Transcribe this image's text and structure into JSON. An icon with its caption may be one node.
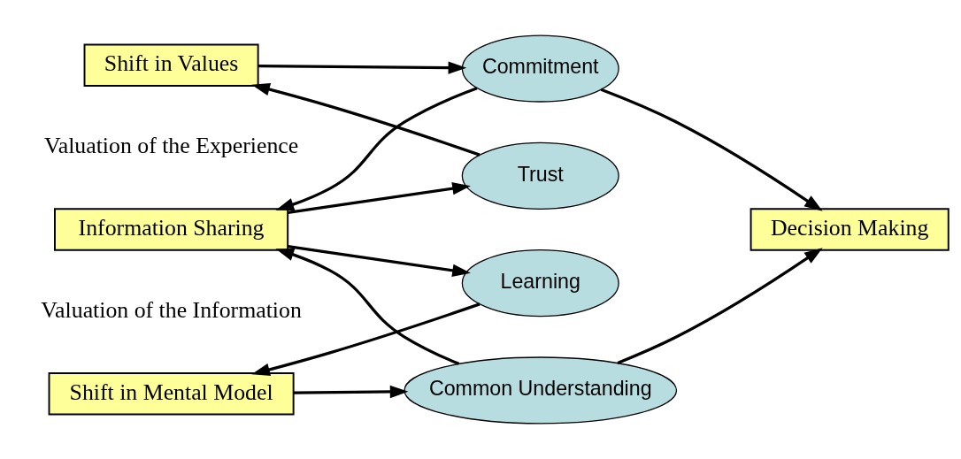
{
  "diagram": {
    "nodes": [
      {
        "text": [
          "Shift in Values"
        ]
      },
      {
        "text": [
          "Trust"
        ]
      },
      {
        "text": [
          "Commitment"
        ]
      },
      {
        "text": [
          "Information Sharing"
        ]
      },
      {
        "text": [
          "Decision Making"
        ]
      },
      {
        "text": [
          "Learning"
        ]
      },
      {
        "text": [
          "Common Understanding"
        ]
      },
      {
        "text": [
          "Shift in Mental Model"
        ]
      }
    ],
    "edges": [
      {
        "from": 1,
        "to": 0,
        "arrow": "to"
      },
      {
        "from": 0,
        "to": 2,
        "arrow": "to"
      },
      {
        "from": 2,
        "to": 3,
        "arrow": "to"
      },
      {
        "from": 3,
        "to": 1,
        "arrow": "to"
      },
      {
        "from": 2,
        "to": 4,
        "arrow": "to"
      },
      {
        "from": 3,
        "to": 5,
        "arrow": "to"
      },
      {
        "from": 5,
        "to": 7,
        "arrow": "to"
      },
      {
        "from": 7,
        "to": 6,
        "arrow": "to"
      },
      {
        "from": 6,
        "to": 3,
        "arrow": "to"
      },
      {
        "from": 6,
        "to": 4,
        "arrow": "to"
      }
    ],
    "labels": [
      "Valuation of the Experience",
      "Valuation of the Information"
    ]
  }
}
